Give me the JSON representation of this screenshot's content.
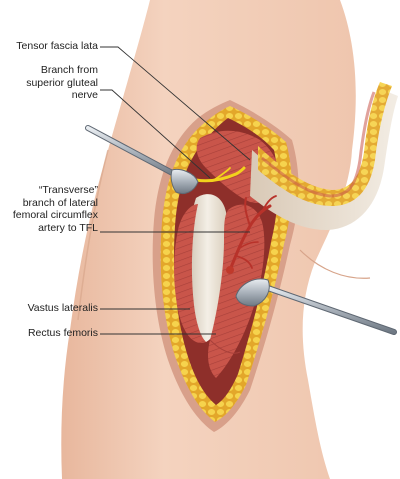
{
  "labels": {
    "tensor_fascia_lata": "Tensor fascia lata",
    "branch_line1": "Branch from",
    "branch_line2": "superior gluteal",
    "branch_line3": "nerve",
    "transverse_line1": "“Transverse”",
    "transverse_line2": "branch of lateral",
    "transverse_line3": "femoral circumflex",
    "transverse_line4": "artery to TFL",
    "vastus_lateralis": "Vastus lateralis",
    "rectus_femoris": "Rectus femoris"
  },
  "colors": {
    "skin": "#f2cfb9",
    "skin_shadow": "#e2ad92",
    "fat": "#f0c93f",
    "muscle": "#c9554a",
    "muscle_dark": "#9e3b34",
    "fascia": "#ece6d8",
    "nerve": "#f2d21c",
    "artery": "#c0392b",
    "retractor": "#b6bcc4",
    "leader_line": "#333333"
  },
  "icons": {
    "upper_retractor": "retractor-icon",
    "lower_retractor": "retractor-icon"
  }
}
